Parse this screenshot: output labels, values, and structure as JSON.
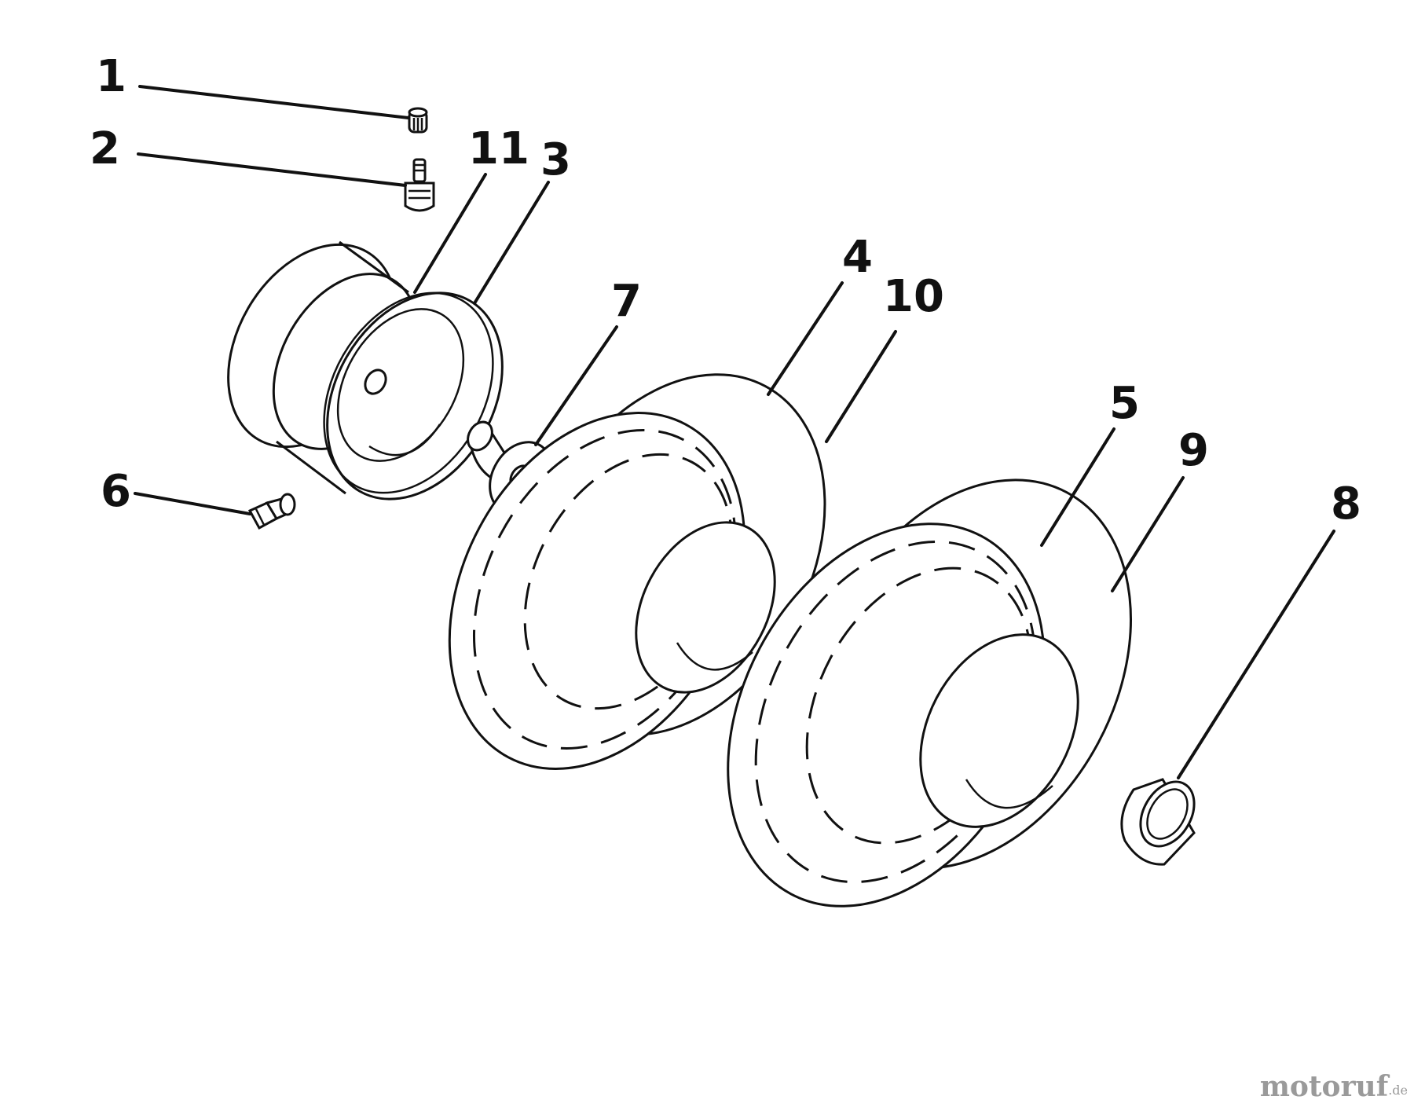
{
  "callouts": {
    "c1": "1",
    "c2": "2",
    "c3": "3",
    "c4": "4",
    "c5": "5",
    "c6": "6",
    "c7": "7",
    "c8": "8",
    "c9": "9",
    "c10": "10",
    "c11": "11"
  },
  "watermark": {
    "brand": "motoruf",
    "tld": ".de"
  },
  "colors": {
    "line": "#111111",
    "background": "#ffffff",
    "watermark": "#9a9a9a"
  }
}
